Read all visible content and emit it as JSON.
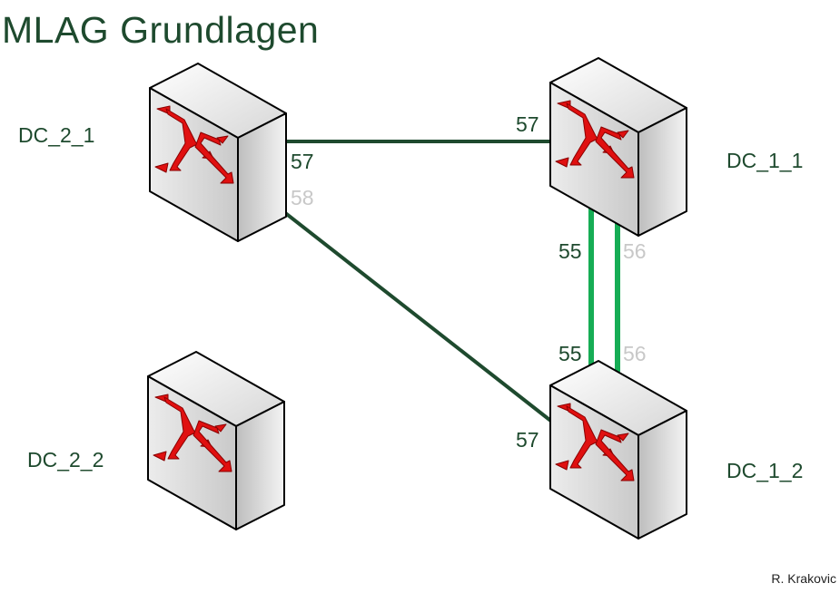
{
  "title": "MLAG Grundlagen",
  "author": "R. Krakovic",
  "colors": {
    "title": "#1e4a2e",
    "link_dark": "#1e4a2e",
    "link_green": "#16ad55",
    "port_active": "#1e4a2e",
    "port_inactive": "#c8c8c8",
    "arrow": "#e01010"
  },
  "devices": [
    {
      "id": "DC_2_1",
      "label": "DC_2_1",
      "icon": "switch-icon"
    },
    {
      "id": "DC_2_2",
      "label": "DC_2_2",
      "icon": "switch-icon"
    },
    {
      "id": "DC_1_1",
      "label": "DC_1_1",
      "icon": "switch-icon"
    },
    {
      "id": "DC_1_2",
      "label": "DC_1_2",
      "icon": "switch-icon"
    }
  ],
  "links": [
    {
      "from": "DC_2_1",
      "from_port": "57",
      "to": "DC_1_1",
      "to_port": "57",
      "color": "#1e4a2e"
    },
    {
      "from": "DC_2_1",
      "from_port": "58",
      "to": "DC_1_2",
      "to_port": "57",
      "color": "#1e4a2e"
    },
    {
      "from": "DC_1_1",
      "from_port": "55",
      "to": "DC_1_2",
      "to_port": "55",
      "color": "#16ad55"
    },
    {
      "from": "DC_1_1",
      "from_port": "56",
      "to": "DC_1_2",
      "to_port": "56",
      "color": "#16ad55"
    }
  ],
  "port_labels": {
    "dc21_p57": "57",
    "dc21_p58": "58",
    "dc11_p57": "57",
    "dc11_p55": "55",
    "dc11_p56": "56",
    "dc12_p55": "55",
    "dc12_p56": "56",
    "dc12_p57": "57"
  }
}
